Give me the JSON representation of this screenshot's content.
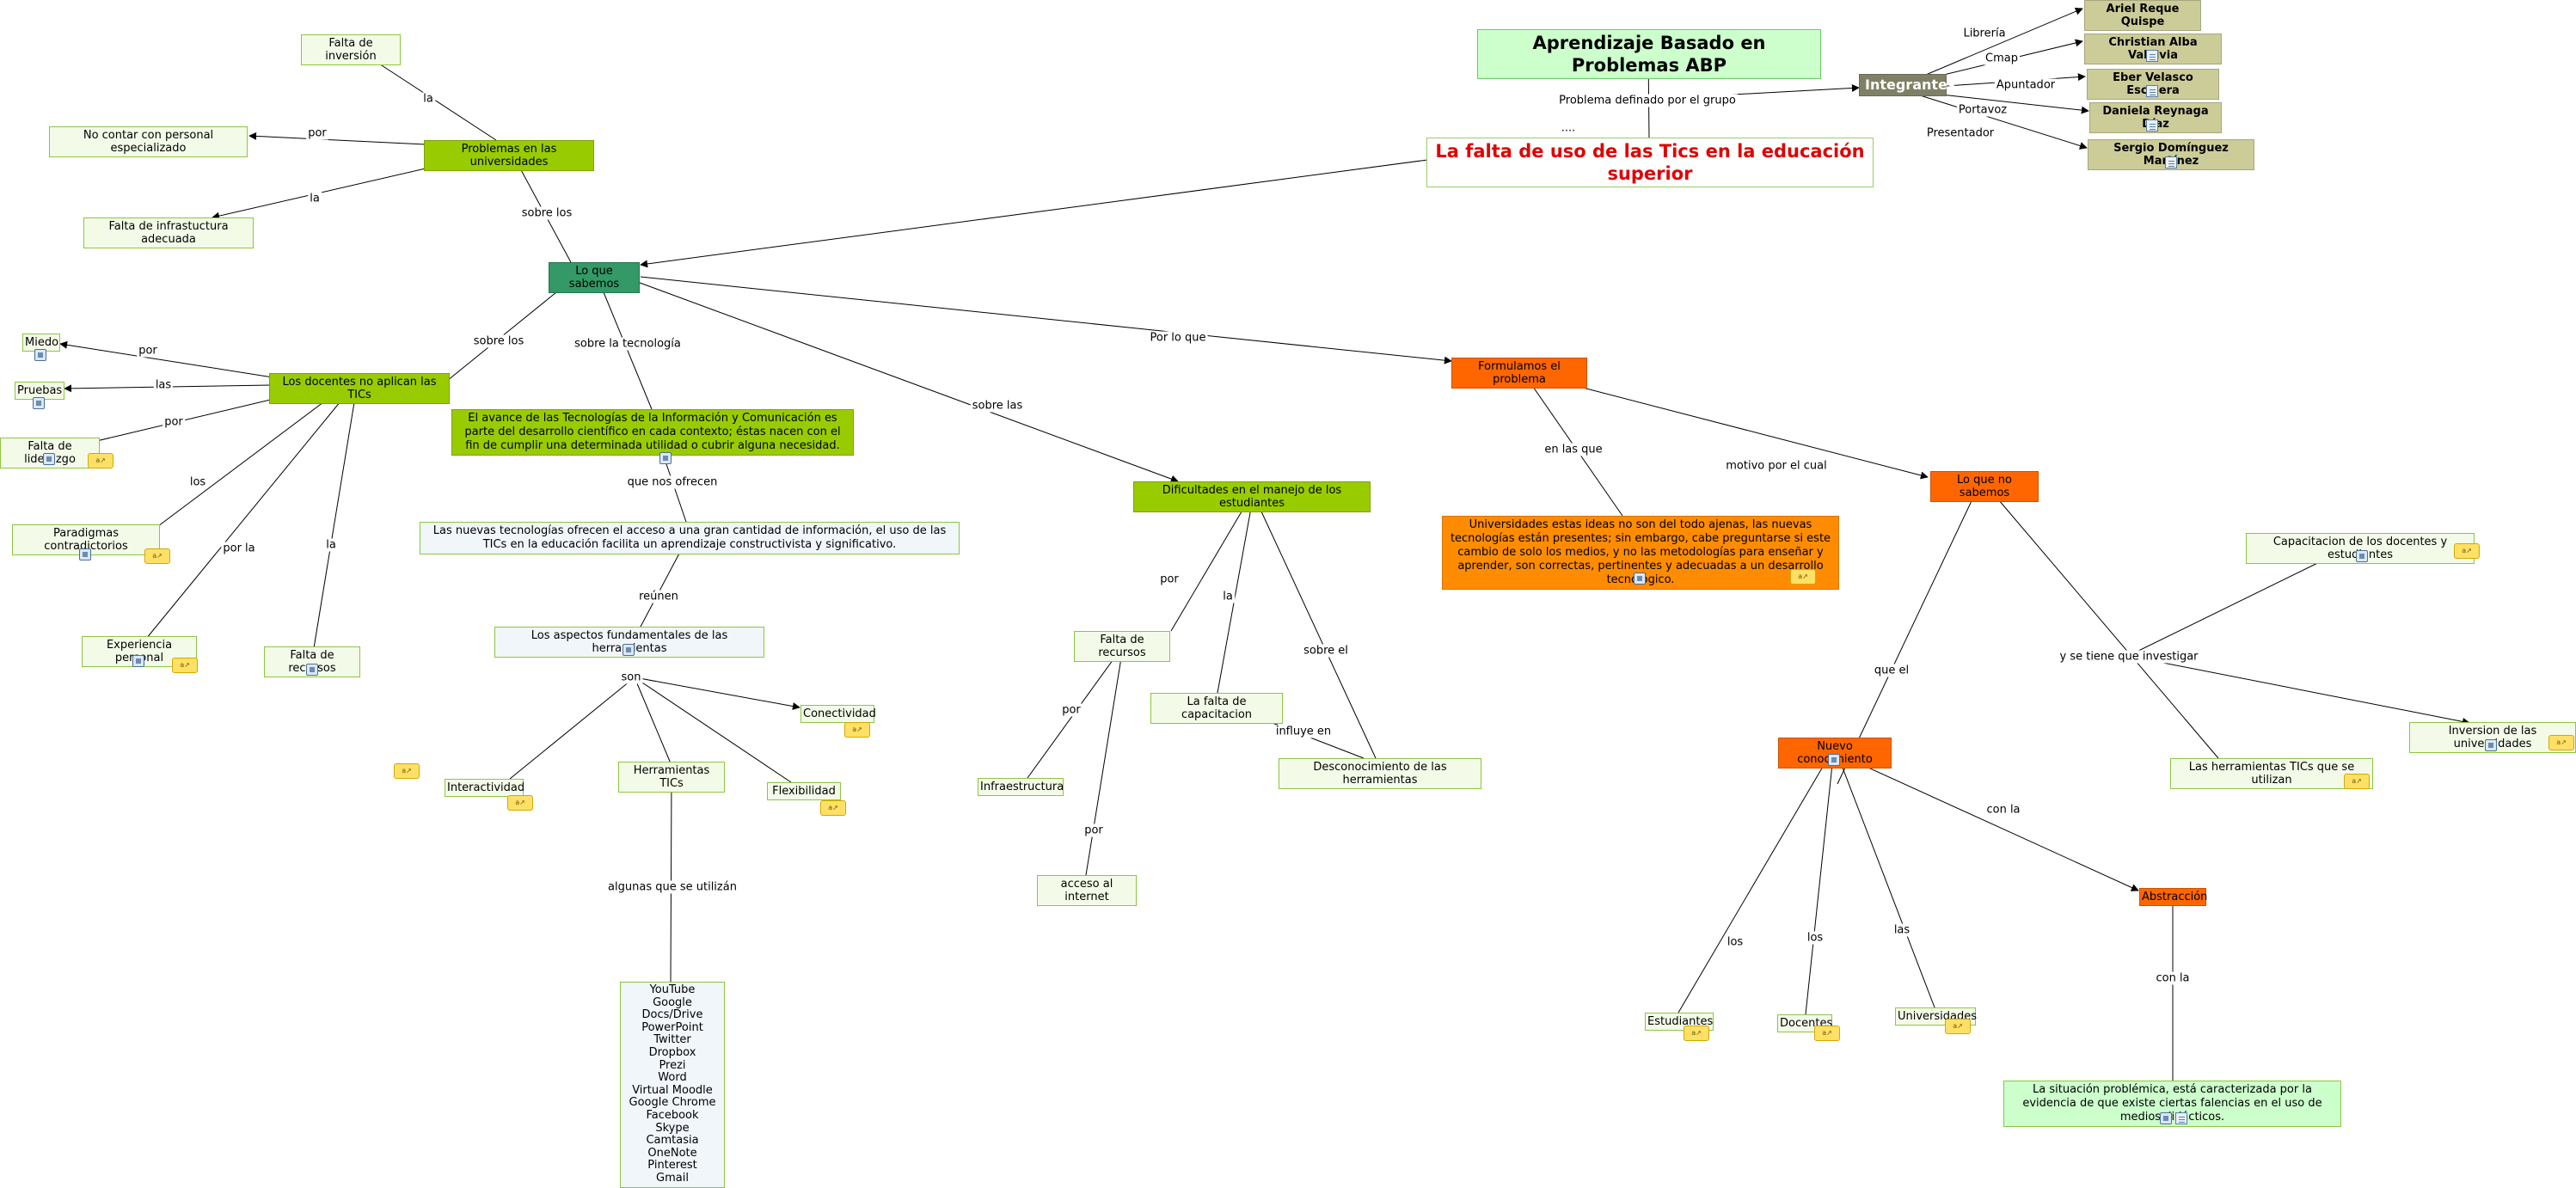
{
  "nodes": {
    "titulo": "Aprendizaje Basado en Problemas ABP",
    "problema": "La falta de uso de las Tics en la educación superior",
    "integrantes": "Integrantes",
    "m1": "Ariel Reque Quispe",
    "m2": "Christian Alba Valdivia",
    "m3": "Eber Velasco Escalera",
    "m4": "Daniela Reynaga Díaz",
    "m5": "Sergio Domínguez Martínez",
    "lo_que_sabemos": "Lo que sabemos",
    "problemas_univ": "Problemas en las universidades",
    "falta_inversion": "Falta de inversión",
    "no_personal": "No contar con personal especializado",
    "falta_infra": "Falta de infrastuctura adecuada",
    "docentes_no": "Los docentes no aplican las TICs",
    "miedo": "Miedo",
    "pruebas": "Pruebas",
    "liderazgo": "Falta de liderazgo",
    "paradigmas": "Paradigmas contradictorios",
    "experiencia": "Experiencia personal",
    "falta_recursos1": "Falta de recursos",
    "avance": "El avance de las Tecnologías de la Información y Comunicación es parte del desarrollo científico en cada contexto; éstas nacen con el fin de cumplir una determinada utilidad o cubrir alguna necesidad.",
    "nuevas": "Las nuevas tecnologías ofrecen el acceso a una gran cantidad de información, el uso de las TICs en la educación facilita un aprendizaje constructivista y significativo.",
    "aspectos": "Los aspectos fundamentales de las herramientas",
    "conectividad": "Conectividad",
    "flexibilidad": "Flexibilidad",
    "interactividad": "Interactividad",
    "herramientas": "Herramientas TICs",
    "lista_herramientas": [
      "YouTube",
      "Google Docs/Drive",
      "PowerPoint",
      "Twitter",
      "Dropbox",
      "Prezi",
      "Word",
      "Virtual Moodle",
      "Google Chrome",
      "Facebook",
      "Skype",
      "Camtasia",
      "OneNote",
      "Pinterest",
      "Gmail"
    ],
    "dificultades": "Dificultades en el manejo de los estudiantes",
    "falta_recursos2": "Falta de recursos",
    "infraestructura": "Infraestructura",
    "acceso": "acceso al internet",
    "capacitacion": "La falta de capacitacion",
    "desconocimiento": "Desconocimiento de las herramientas",
    "formulamos": "Formulamos el problema",
    "universidades_ideas": "Universidades estas ideas no son del todo ajenas, las nuevas tecnologías están presentes; sin embargo, cabe preguntarse si este cambio de solo los medios, y no las metodologías para enseñar y aprender, son correctas, pertinentes y adecuadas a un desarrollo tecnológico.",
    "lo_que_no": "Lo que no sabemos",
    "nuevo_con": "Nuevo conocimiento",
    "abstraccion": "Abstracción",
    "situacion": "La situación problémica, está caracterizada por la evidencia de que existe ciertas falencias en el uso de medios didácticos.",
    "estudiantes": "Estudiantes",
    "docentes": "Docentes",
    "universidades": "Universidades",
    "capacitacion_doc": "Capacitacion de los docentes y estudiantes",
    "inversion": "Inversion de las universidades",
    "herr_utilizan": "Las herramientas TICs que se utilizan"
  },
  "labels": {
    "libreria": "Librería",
    "cmap": "Cmap",
    "apuntador": "Apuntador",
    "portavoz": "Portavoz",
    "presentador": "Presentador",
    "problema_definido": "Problema definado por el grupo",
    "dots": "....",
    "la1": "la",
    "por1": "por",
    "la2": "la",
    "sobre_los1": "sobre los",
    "sobre_los2": "sobre los",
    "sobre_tec": "sobre la tecnología",
    "sobre_las": "sobre las",
    "por_lo_que": "Por lo que",
    "por_miedo": "por",
    "las_pruebas": "las",
    "por_lider": "por",
    "los_parad": "los",
    "por_la_exp": "por la",
    "la_recursos": "la",
    "que_nos_ofrecen": "que nos ofrecen",
    "reunen": "reúnen",
    "son": "son",
    "algunas": "algunas que se utilizán",
    "por_dif": "por",
    "la_dif": "la",
    "sobre_el": "sobre el",
    "por_infra": "por",
    "por_acceso": "por",
    "influye": "influye en",
    "en_las_que": "en las que",
    "motivo": "motivo por el cual",
    "que_el": "que el",
    "y_se_tiene": "y se tiene que investigar",
    "con_la1": "con la",
    "con_la2": "con la",
    "los_est": "los",
    "los_doc": "los",
    "las_univ": "las"
  }
}
